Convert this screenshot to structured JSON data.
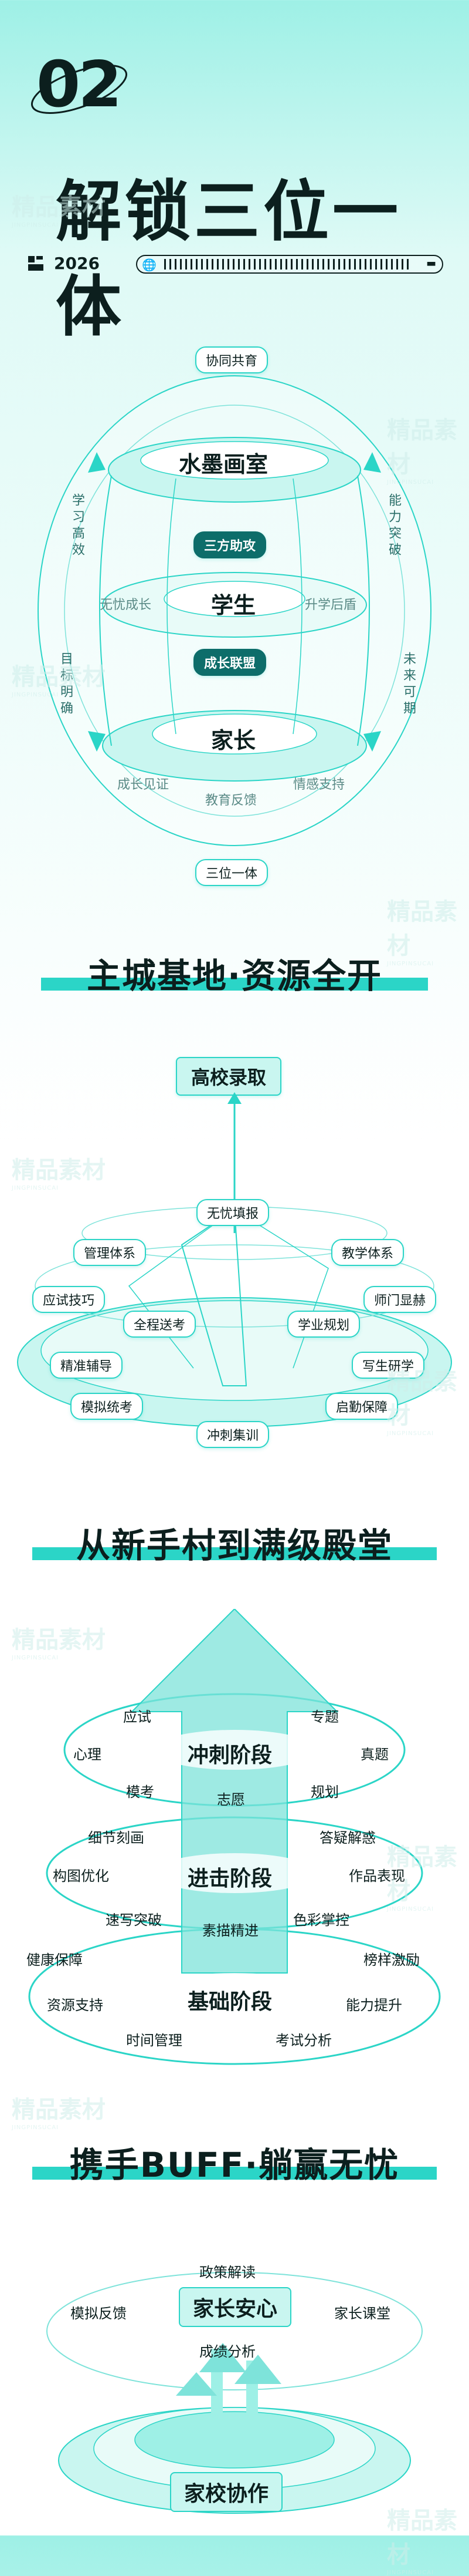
{
  "header": {
    "number": "02",
    "title": "解锁三位一体",
    "year": "2026"
  },
  "section1": {
    "top_pill": "协同共育",
    "bottom_pill": "三位一体",
    "school": "水墨画室",
    "student": "学生",
    "parent": "家长",
    "tag_assist": "三方助攻",
    "tag_growth": "成长联盟",
    "worry_free": "无忧成长",
    "upgrade": "升学后盾",
    "growth_witness": "成长见证",
    "edu_feedback": "教育反馈",
    "emotion_support": "情感支持",
    "left_top": "学习高效",
    "left_bottom": "目标明确",
    "right_top": "能力突破",
    "right_bottom": "未来可期"
  },
  "section2": {
    "title": "主城基地·资源全开",
    "top": "高校录取",
    "items": [
      "无忧填报",
      "管理体系",
      "教学体系",
      "应试技巧",
      "师门显赫",
      "全程送考",
      "学业规划",
      "精准辅导",
      "写生研学",
      "模拟统考",
      "启勤保障",
      "冲刺集训"
    ]
  },
  "section3": {
    "title": "从新手村到满级殿堂",
    "sprint": "冲刺阶段",
    "advance": "进击阶段",
    "basic": "基础阶段",
    "sprint_items": [
      "应试",
      "专题",
      "心理",
      "真题",
      "模考",
      "规划",
      "志愿"
    ],
    "advance_items": [
      "细节刻画",
      "答疑解惑",
      "构图优化",
      "作品表现",
      "速写突破",
      "素描精进",
      "色彩掌控"
    ],
    "basic_items": [
      "健康保障",
      "榜样激励",
      "资源支持",
      "能力提升",
      "时间管理",
      "考试分析"
    ]
  },
  "section4": {
    "title": "携手BUFF·躺赢无忧",
    "center": "家长安心",
    "policy": "政策解读",
    "mock": "模拟反馈",
    "class": "家长课堂",
    "grade": "成绩分析",
    "bottom": "家校协作"
  },
  "watermark": {
    "main": "精品素材",
    "sub": "JINGPINSUCAI"
  },
  "colors": {
    "accent": "#2bd5c7",
    "dark_accent": "#0d6d6a",
    "text": "#0c1f1e"
  }
}
